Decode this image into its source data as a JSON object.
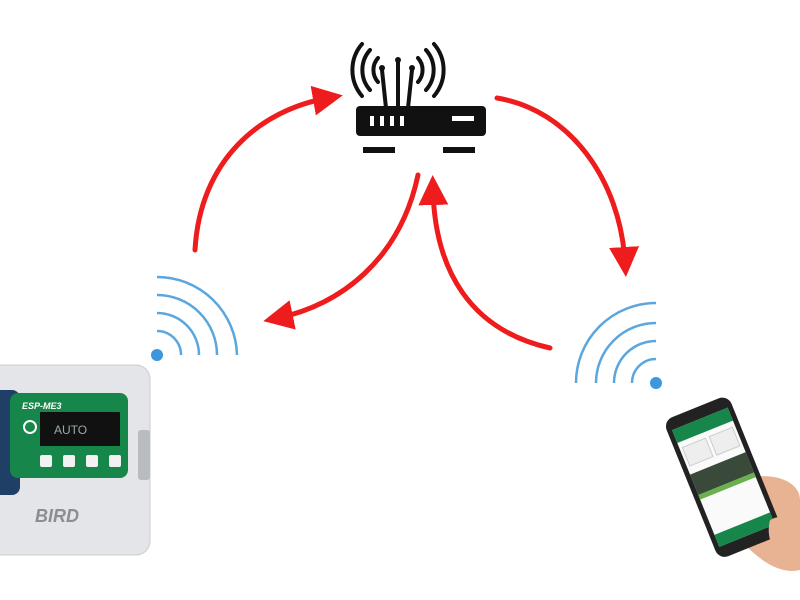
{
  "controller": {
    "model": "ESP-ME3",
    "display": "AUTO",
    "brand": "BIRD"
  },
  "colors": {
    "arrow": "#ee1c1c",
    "wifi": "#5aa6dd",
    "panel": "#17864a",
    "router": "#111111"
  }
}
